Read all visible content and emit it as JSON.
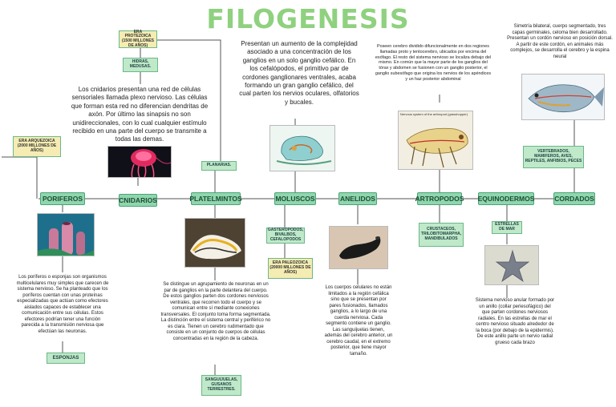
{
  "title": "FILOGENESIS",
  "eras": {
    "arqueozoica": "ERA ARQUEZOICA (2000 MILLONES DE AÑOS)",
    "proterozoica": "ERA PROTEZOICA (1500 MILLONES DE AÑOS)",
    "paleozoica": "ERA PALEOZOICA (20000 MILLONES DE AÑOS)"
  },
  "phyla": {
    "poriferos": "PORIFEROS",
    "cnidarios": "CNIDARIOS",
    "platelmintos": "PLATELMINTOS",
    "moluscos": "MOLUSCOS",
    "anelidos": "ANELIDOS",
    "artropodos": "ARTROPODOS",
    "equinodermos": "EQUINODERMOS",
    "cordados": "CORDADOS"
  },
  "examples": {
    "hidras": "HIDRAS, MEDUSAS.",
    "planarias": "PLANARIAS.",
    "gasteropodos": "GASTEROPODOS, BIVALBOS, CEFALOPODOS",
    "crustaceos": "CRUSTACEOS, TRILOBITOMARPHA, MANDIBULADOS",
    "estrellas": "ESTRELLAS DE MAR",
    "vertebrados": "VERTEBRADOS, MAMIFEROS, AVES, REPTILES, ANFIBIOS, PECES",
    "esponjas": "ESPONJAS",
    "sanguijuelas": "SANGUIJUELAS, GUSANOS TERRESTRES."
  },
  "texts": {
    "cnidarios": "Los cnidarios presentan una red de células sensoriales llamada plexo nervioso. Las células que forman esta red no diferencian dendritas de axón. Por último las sinapsis no son unidireccionales, con lo cual cualquier estímulo recibido en una parte del cuerpo se transmite a todas las demas.",
    "moluscos": "Presentan un aumento de la complejidad asociado a una concentración de los ganglios en un solo ganglio cefálico. En los cefalópodos, el primitivo par de cordones ganglionares ventrales, acaba formando un gran ganglio cefálico, del cual parten los nervios oculares, olfatorios y bucales.",
    "artropodos": "Poseen cerebro dividido difuncionalmente en dos regiones llamadas proto y tentocerebro, ubicados por encima del esófago. El resto del sistema nervioso se localiza debajo del mismo. En común que la mayor parte de los ganglios del tórax y abdomen se fusionen con un ganglio posterior, el ganglio subesófago que origina los nervios de los apéndices y un haz posterior abdominal",
    "cordados": "Simetría bilateral, cuerpo segmentado, tres capas germinales, celoma bien desarrollado. Presentan un cordón nervioso en posición dorsal. A partir de este cordón, en animales más complejos, se desarrolla el cerebro y la espina neural",
    "poriferos": "Los poríferos o esponjas son organismos multicelulares muy simples que carecen de sistema nervioso. Se ha planteado que los poríferos cuentan con unas proteínas especializadas que actúan como efectores aislados capaces de establecer una comunicación entre sus células. Estos efectores podrían tener una función parecida a la transmisión nerviosa que efectúan las neuronas.",
    "platelmintos": "Se distingue un agrupamiento de neuronas en un par de ganglios en la parte delantera del cuerpo. De estos ganglios parten dos cordones nerviosos ventrales, que recorren todo el cuerpo y se comunican entre sí mediante conexiones transversales. El conjunto toma forma segmentada. La distinción entre el sistema central y periférico no es clara. Tienen un cerebro rudimentado que consiste en un conjunto de cuerpos de células concentradas en la región de la cabeza.",
    "anelidos": "Los cuerpos celulares no están limitados a la región cefálica sino que se presentan por pares fusionados, llamados ganglios, a lo largo de una cuerda nerviosa. Cada segmento contiene un ganglio. Las sanguijuelas tienen, además del cerebro anterior, un cerebro caudal, en el extremo posterior, que tiene mayor tamaño.",
    "equinodermos": "Sistema nervioso anular formado por un anillo (collar periesofágico) del que parten cordones nerviosos radiales. En las estrellas de mar el centro nervioso situado alrededor de la boca (por debajo de la epidermis). De este anillo parte un nervio radial grueso cada brazo"
  },
  "diagram_caption": "Nervous system of the arthropod (grasshopper)",
  "colors": {
    "title": "#8fd17f",
    "node": "#8fd6ad",
    "era": "#f4ecb2",
    "line": "#555555"
  }
}
